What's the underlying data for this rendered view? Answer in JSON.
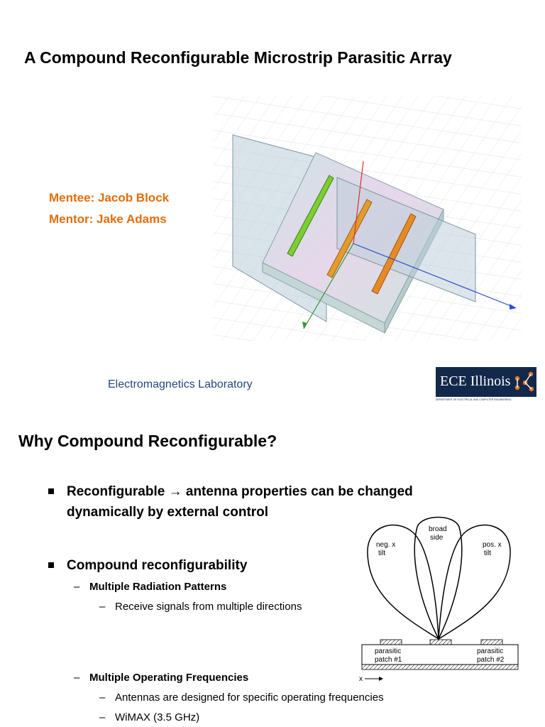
{
  "title": "A Compound Reconfigurable Microstrip Parasitic Array",
  "mentee": "Mentee: Jacob Block",
  "mentor": "Mentor: Jake Adams",
  "lab": "Electromagnetics Laboratory",
  "logo": {
    "text": "ECE Illinois",
    "subtitle": "DEPARTMENT OF ELECTRICAL AND COMPUTER ENGINEERING"
  },
  "section_title": "Why Compound Reconfigurable?",
  "bullets": {
    "b1_pre": "Reconfigurable",
    "b1_arrow": "→",
    "b1_post": "antenna properties can be changed",
    "b1_line2": "dynamically by external control",
    "b2": "Compound reconfigurability",
    "sub1": "Multiple Radiation Patterns",
    "sub1a": "Receive signals from multiple directions",
    "sub2": "Multiple Operating Frequencies",
    "sub2a": "Antennas are designed for specific operating frequencies",
    "sub2b": "WiMAX (3.5 GHz)",
    "dash": "–"
  },
  "diagram": {
    "neg_tilt_1": "neg. x",
    "neg_tilt_2": "tilt",
    "broad_1": "broad",
    "broad_2": "side",
    "pos_tilt_1": "pos. x",
    "pos_tilt_2": "tilt",
    "parasitic_left_1": "parasitic",
    "parasitic_left_2": "patch #1",
    "parasitic_right_1": "parasitic",
    "parasitic_right_2": "patch #2",
    "x_axis": "x"
  }
}
